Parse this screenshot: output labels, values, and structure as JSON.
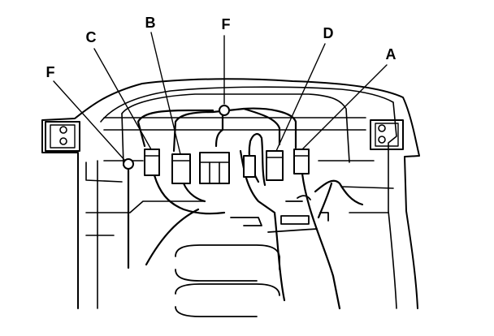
{
  "callouts": {
    "a": "A",
    "b": "B",
    "c": "C",
    "d": "D",
    "f_top": "F",
    "f_left": "F"
  }
}
